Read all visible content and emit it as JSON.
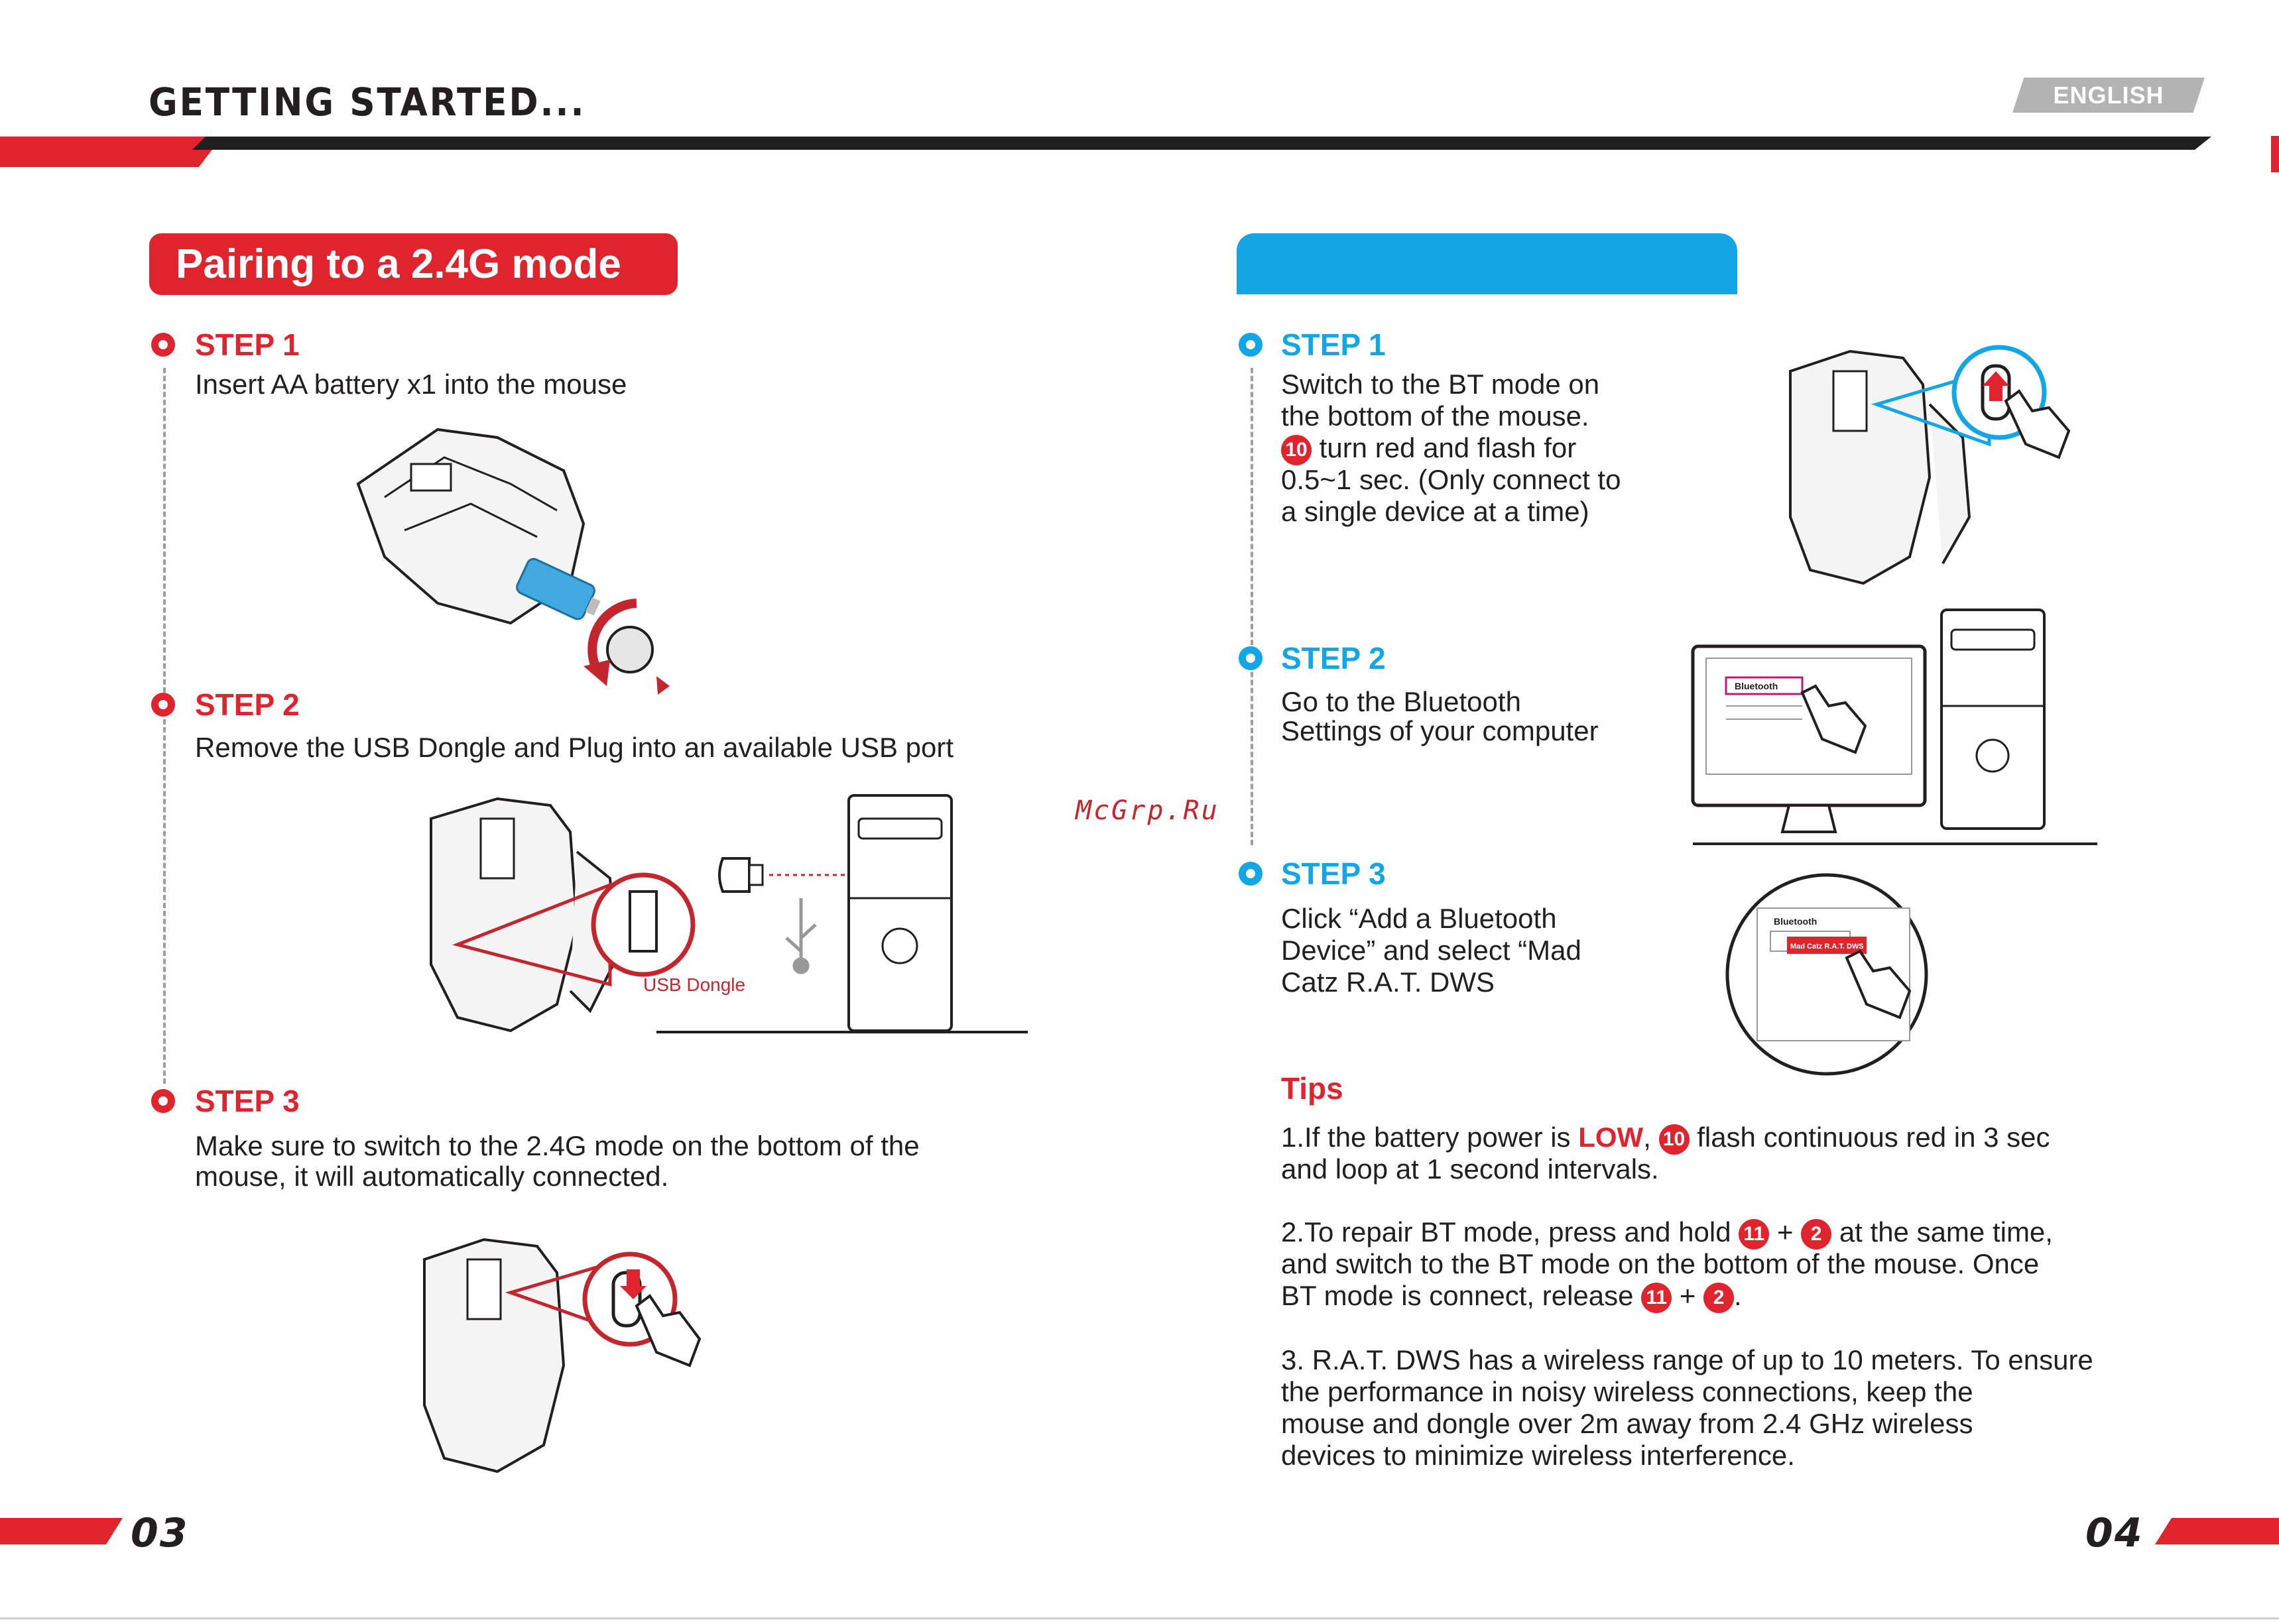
{
  "header": {
    "title": "GETTING STARTED...",
    "language": "ENGLISH"
  },
  "left": {
    "section_title": "Pairing to a 2.4G mode",
    "steps": [
      {
        "label": "STEP 1",
        "text": "Insert AA battery x1 into the mouse"
      },
      {
        "label": "STEP 2",
        "text": "Remove the USB Dongle and Plug into an available USB port",
        "figure_label": "USB Dongle"
      },
      {
        "label": "STEP 3",
        "text_lines": [
          "Make sure to switch to the 2.4G mode on the bottom of the",
          "mouse, it will automatically connected."
        ]
      }
    ]
  },
  "right": {
    "section_title": "",
    "steps": [
      {
        "label": "STEP 1",
        "line1": "Switch to the BT mode on",
        "line2": "the bottom of the mouse.",
        "callout": "10",
        "line3": " turn red and flash for",
        "line4": "0.5~1 sec. (Only connect to",
        "line5": "a single device at a time)"
      },
      {
        "label": "STEP 2",
        "line1": "Go to the Bluetooth",
        "line2": "Settings of your computer",
        "screen_label": "Bluetooth"
      },
      {
        "label": "STEP 3",
        "line1": "Click “Add a Bluetooth",
        "line2": "Device” and select “Mad",
        "line3": "Catz R.A.T. DWS",
        "screen_label": "Bluetooth",
        "device_label": "Mad Catz R.A.T. DWS"
      }
    ],
    "tips": {
      "title": "Tips",
      "tip1": {
        "prefix": "1.If the battery power is ",
        "strong": "LOW",
        "comma": ",",
        "callout": "10",
        "suffix": " flash continuous red in 3 sec",
        "line2": "and loop at 1 second intervals."
      },
      "tip2": {
        "prefix": "2.To repair BT mode, press and hold ",
        "callout_a": "11",
        "plus": "+",
        "callout_b": "2",
        "suffix": " at the same time,",
        "line2": "and switch to the BT mode on the bottom of the mouse. Once",
        "line3_prefix": "BT mode is connect, release ",
        "line3_end": "."
      },
      "tip3": {
        "line1": "3. R.A.T. DWS has a wireless range of up to 10 meters. To ensure",
        "line2": "the performance in noisy wireless connections, keep the",
        "line3": "mouse and dongle over 2m away from 2.4 GHz wireless",
        "line4": "devices to minimize wireless interference."
      }
    }
  },
  "footer": {
    "left_page": "03",
    "right_page": "04",
    "watermark": "McGrp.Ru"
  },
  "colors": {
    "accent_red": "#e0242e",
    "accent_blue": "#12a6e6",
    "dark": "#231f20",
    "gray": "#b3b3b3"
  }
}
